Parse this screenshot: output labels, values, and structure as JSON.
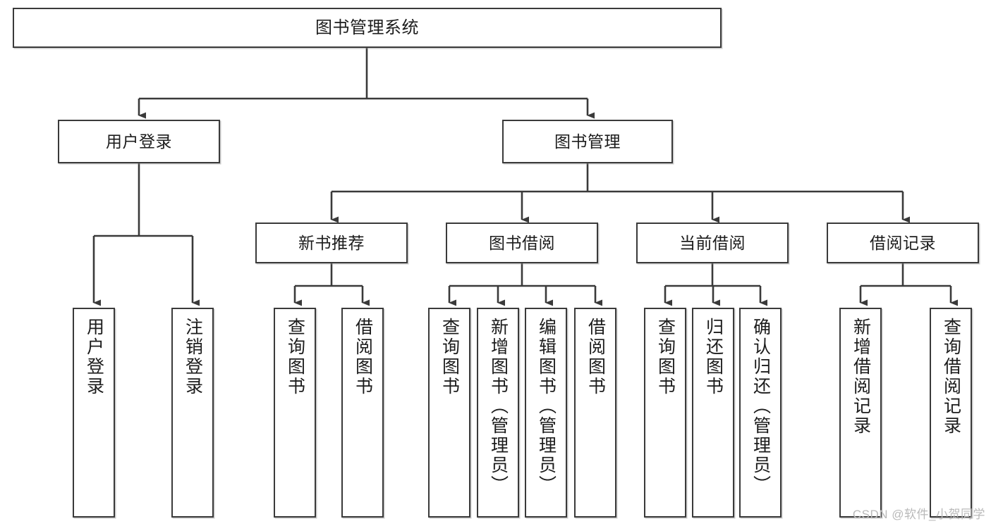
{
  "diagram": {
    "type": "tree-hierarchy",
    "title": "图书管理系统",
    "watermark": "CSDN @软件_小贺同学",
    "colors": {
      "box_border": "#3a3a3a",
      "box_fill": "#ffffff",
      "connector": "#3a3a3a",
      "text": "#1c1c1c",
      "watermark": "#b9b9b9"
    },
    "nodes": {
      "root": {
        "label": "图书管理系统"
      },
      "level2": [
        {
          "label": "用户登录"
        },
        {
          "label": "图书管理"
        }
      ],
      "level3": [
        {
          "label": "新书推荐"
        },
        {
          "label": "图书借阅"
        },
        {
          "label": "当前借阅"
        },
        {
          "label": "借阅记录"
        }
      ],
      "leaves": [
        {
          "label": "用户登录",
          "parent": "用户登录"
        },
        {
          "label": "注销登录",
          "parent": "用户登录"
        },
        {
          "label": "查询图书",
          "parent": "新书推荐"
        },
        {
          "label": "借阅图书",
          "parent": "新书推荐"
        },
        {
          "label": "查询图书",
          "parent": "图书借阅"
        },
        {
          "label": "新增图书（管理员）",
          "parent": "图书借阅"
        },
        {
          "label": "编辑图书（管理员）",
          "parent": "图书借阅"
        },
        {
          "label": "借阅图书",
          "parent": "图书借阅"
        },
        {
          "label": "查询图书",
          "parent": "当前借阅"
        },
        {
          "label": "归还图书",
          "parent": "当前借阅"
        },
        {
          "label": "确认归还（管理员）",
          "parent": "当前借阅"
        },
        {
          "label": "新增借阅记录",
          "parent": "借阅记录"
        },
        {
          "label": "查询借阅记录",
          "parent": "借阅记录"
        }
      ]
    }
  }
}
